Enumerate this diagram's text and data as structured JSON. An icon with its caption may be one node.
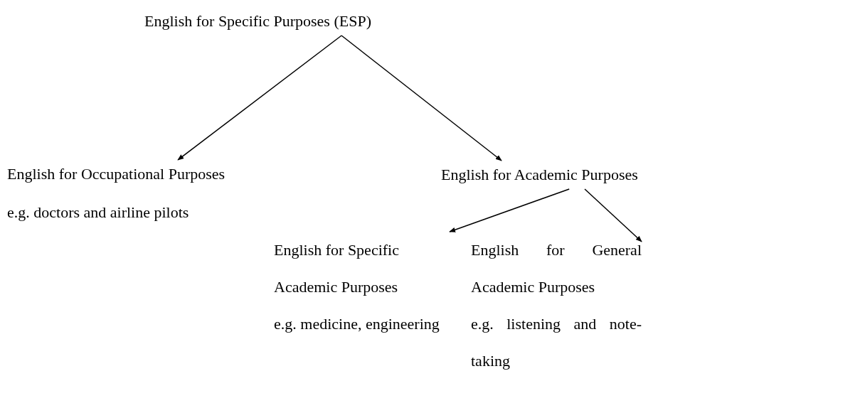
{
  "diagram": {
    "nodes": [
      {
        "text": [
          "English for Specific Purposes (ESP)"
        ]
      },
      {
        "text": [
          "English for Occupational Purposes",
          "e.g. doctors and airline pilots"
        ]
      },
      {
        "text": [
          "English for Academic Purposes"
        ]
      },
      {
        "text": [
          "English for Specific Academic Purposes",
          "e.g. medicine, engineering"
        ]
      },
      {
        "text": [
          "English for General Academic Purposes",
          "e.g. listening and note-taking"
        ]
      }
    ],
    "edges": [
      {
        "from": 0,
        "to": 1,
        "arrow": "to"
      },
      {
        "from": 0,
        "to": 2,
        "arrow": "to"
      },
      {
        "from": 2,
        "to": 3,
        "arrow": "to"
      },
      {
        "from": 2,
        "to": 4,
        "arrow": "to"
      }
    ]
  }
}
